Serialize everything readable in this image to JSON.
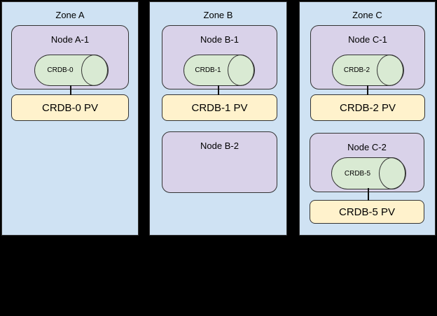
{
  "colors": {
    "background": "#000000",
    "zone_fill": "#cfe2f3",
    "node_fill": "#d9d2e9",
    "pod_fill": "#d9ead3",
    "pv_fill": "#fff2cc",
    "border": "#333333",
    "text": "#000000"
  },
  "zones": [
    {
      "label": "Zone A",
      "nodes": [
        {
          "label": "Node A-1",
          "pod": "CRDB-0"
        }
      ],
      "pvs": [
        "CRDB-0 PV"
      ]
    },
    {
      "label": "Zone B",
      "nodes": [
        {
          "label": "Node B-1",
          "pod": "CRDB-1"
        },
        {
          "label": "Node B-2",
          "pod": ""
        }
      ],
      "pvs": [
        "CRDB-1 PV"
      ]
    },
    {
      "label": "Zone C",
      "nodes": [
        {
          "label": "Node C-1",
          "pod": "CRDB-2"
        },
        {
          "label": "Node C-2",
          "pod": "CRDB-5"
        }
      ],
      "pvs": [
        "CRDB-2 PV",
        "CRDB-5 PV"
      ]
    }
  ]
}
